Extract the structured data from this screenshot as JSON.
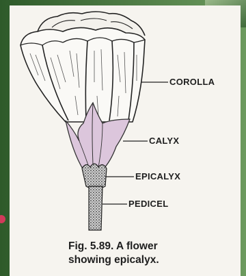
{
  "labels": {
    "corolla": "COROLLA",
    "calyx": "CALYX",
    "epicalyx": "EPICALYX",
    "pedicel": "PEDICEL"
  },
  "caption": {
    "line1": "Fig. 5.89. A flower",
    "line2": "showing epicalyx."
  },
  "colors": {
    "background_photo": "#3f6a3a",
    "paper": "#f6f4ef",
    "calyx_fill": "#dcc6dc",
    "ink": "#1e1e1e"
  }
}
